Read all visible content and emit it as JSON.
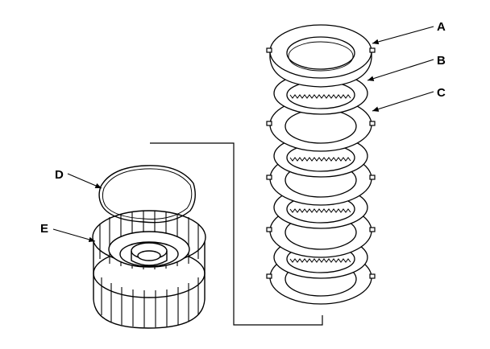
{
  "callouts": {
    "a": "A",
    "b": "B",
    "c": "C",
    "d": "D",
    "e": "E"
  },
  "colors": {
    "line": "#000000",
    "fill": "#ffffff"
  }
}
